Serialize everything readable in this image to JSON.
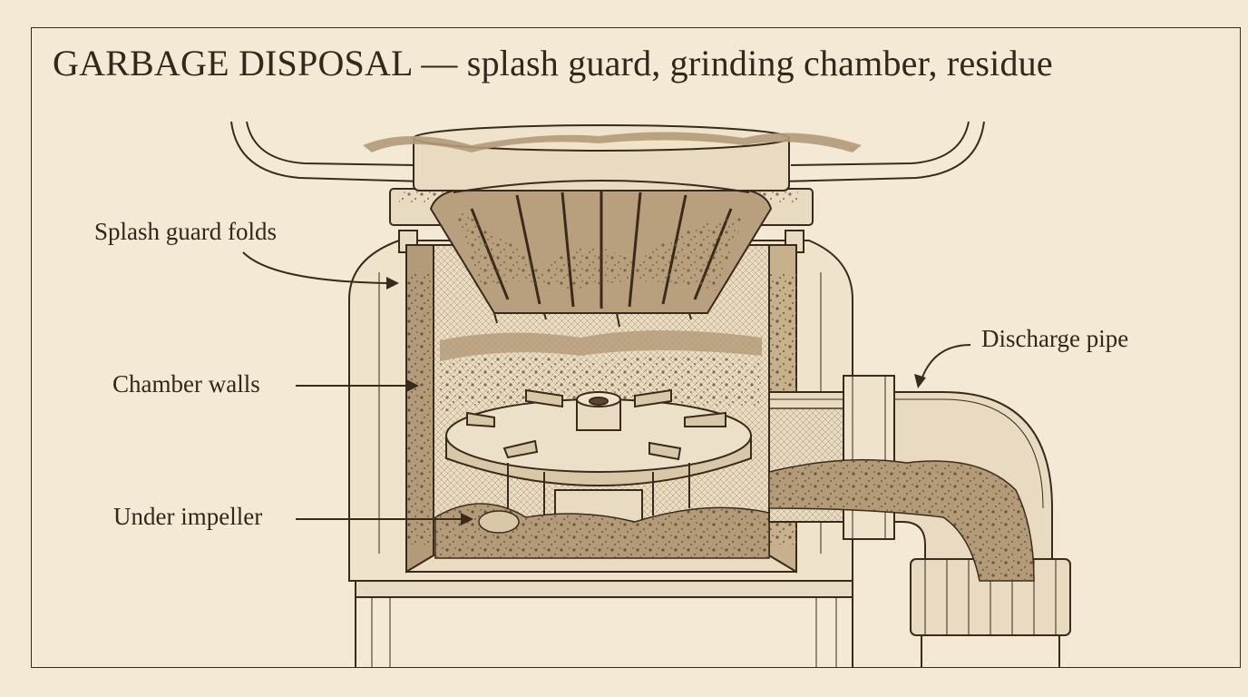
{
  "title": "GARBAGE DISPOSAL — splash guard, grinding chamber, residue",
  "labels": {
    "splash_guard": "Splash guard folds",
    "chamber_walls": "Chamber walls",
    "under_impeller": "Under impeller",
    "discharge_pipe": "Discharge pipe"
  },
  "colors": {
    "paper": "#f3e9d5",
    "ink": "#3a2a1c",
    "residue": "#b39a78",
    "metal": "#e8dbc2"
  }
}
